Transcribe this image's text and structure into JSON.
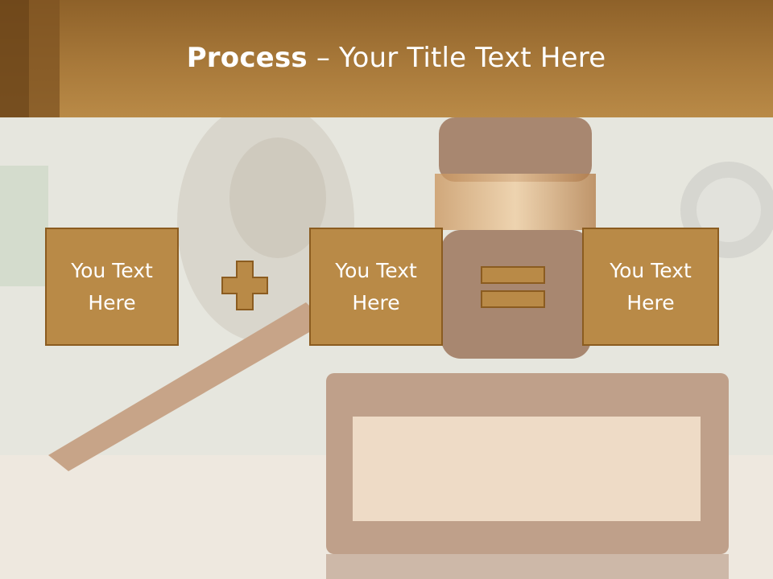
{
  "slide": {
    "title_bold": "Process",
    "title_rest": " – Your Title Text Here"
  },
  "process": {
    "box1": "You Text\nHere",
    "box2": "You Text\nHere",
    "box3": "You Text\nHere"
  },
  "colors": {
    "header": "#a8793a",
    "box_fill": "#b98a47",
    "box_border": "#8b5c20",
    "text": "#ffffff"
  },
  "icons": {
    "operator_1": "plus-icon",
    "operator_2": "equals-icon"
  }
}
